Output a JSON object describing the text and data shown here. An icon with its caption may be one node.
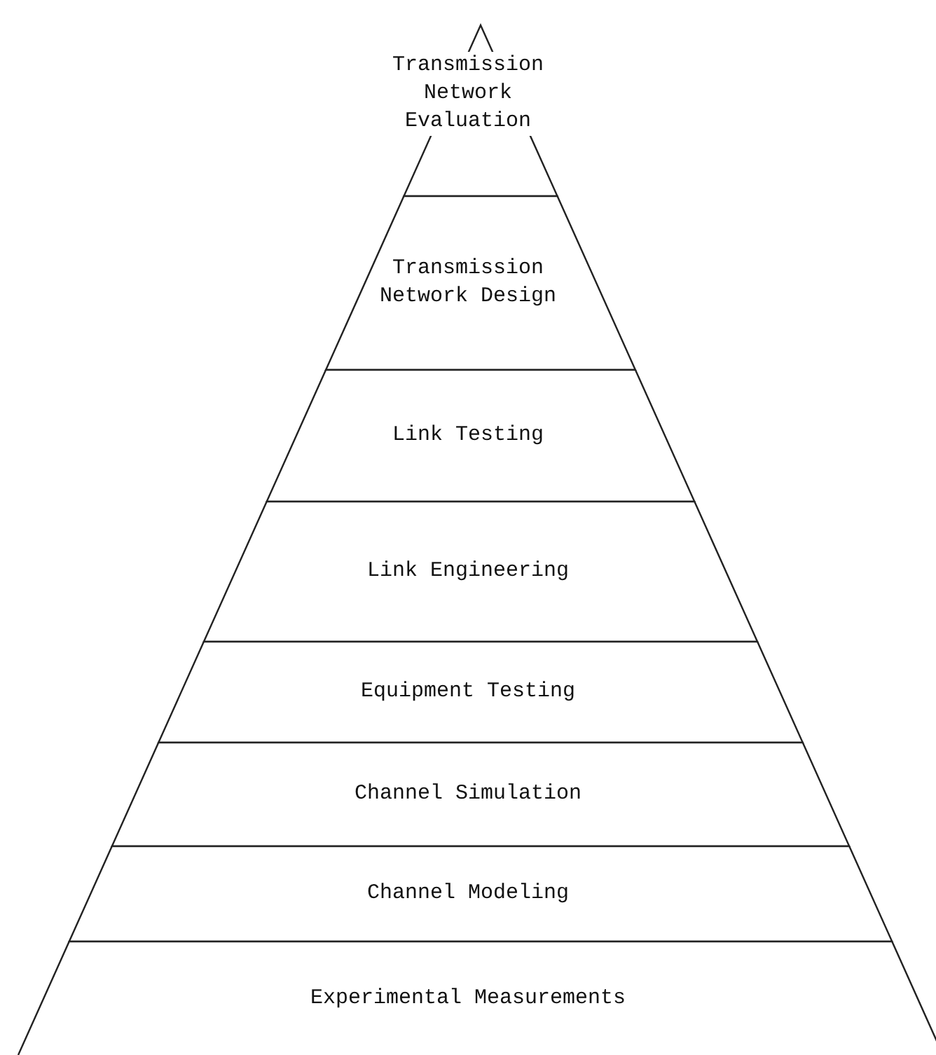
{
  "diagram": {
    "nodes": [
      {
        "text": [
          "Transmission Network Evaluation"
        ]
      },
      {
        "text": [
          "Transmission Network Design"
        ]
      },
      {
        "text": [
          "Link Testing"
        ]
      },
      {
        "text": [
          "Link Engineering"
        ]
      },
      {
        "text": [
          "Equipment Testing"
        ]
      },
      {
        "text": [
          "Channel Simulation"
        ]
      },
      {
        "text": [
          "Channel Modeling"
        ]
      },
      {
        "text": [
          "Experimental Measurements"
        ]
      }
    ]
  }
}
